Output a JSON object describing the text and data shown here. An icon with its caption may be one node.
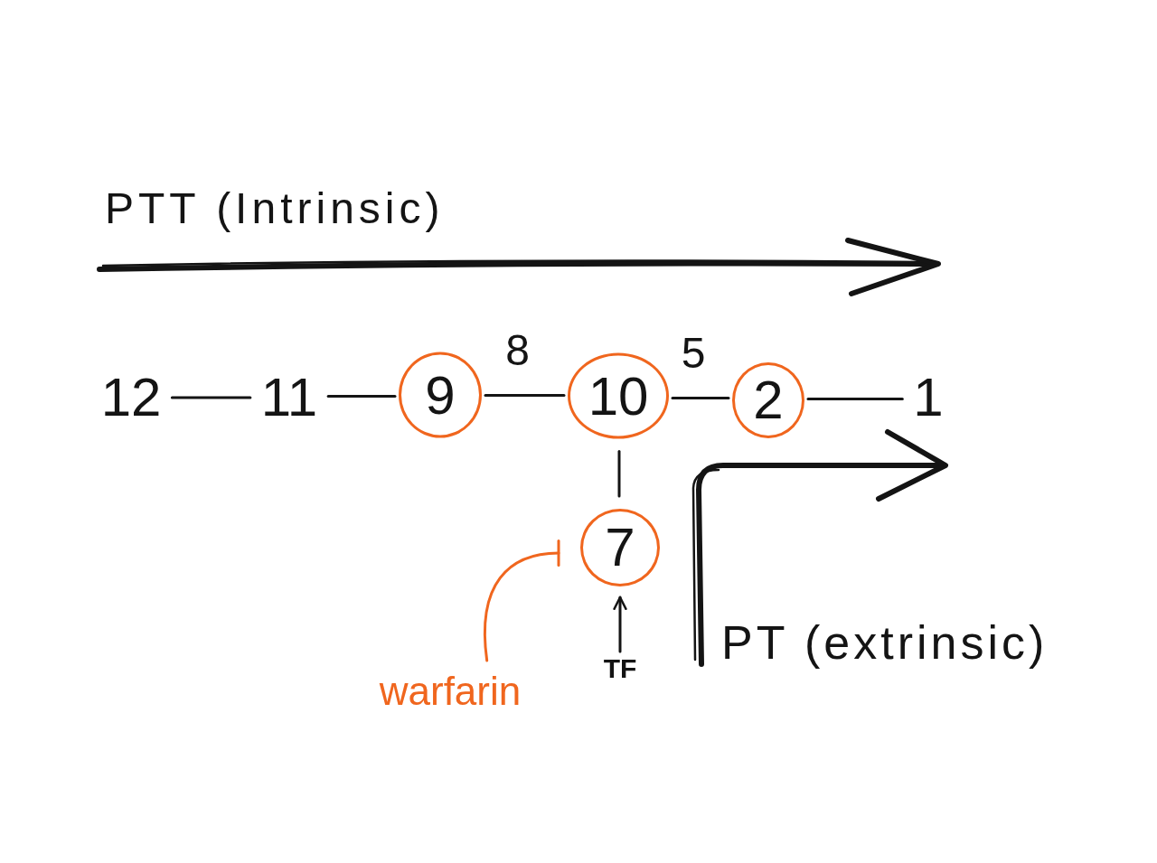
{
  "diagram": {
    "nodes": [
      {
        "text": [
          "12"
        ]
      },
      {
        "text": [
          "11"
        ]
      },
      {
        "text": [
          "9"
        ]
      },
      {
        "text": [
          "10"
        ]
      },
      {
        "text": [
          "2"
        ]
      },
      {
        "text": [
          "1"
        ]
      },
      {
        "text": [
          "7"
        ]
      },
      {
        "text": [
          "TF"
        ]
      },
      {
        "text": [
          "warfarin"
        ]
      }
    ],
    "edges": [
      {
        "from": 0,
        "to": 1,
        "arrow": "none"
      },
      {
        "from": 1,
        "to": 2,
        "arrow": "none"
      },
      {
        "from": 2,
        "to": 3,
        "arrow": "none",
        "label": "8"
      },
      {
        "from": 3,
        "to": 4,
        "arrow": "none",
        "label": "5"
      },
      {
        "from": 4,
        "to": 5,
        "arrow": "none"
      },
      {
        "from": 3,
        "to": 6,
        "arrow": "none"
      },
      {
        "from": 7,
        "to": 6,
        "arrow": "to"
      },
      {
        "from": 8,
        "to": 6,
        "arrow": "other",
        "color": "#f0661e"
      }
    ],
    "labels": [
      "PTT (Intrinsic)",
      "PT (extrinsic)"
    ]
  }
}
